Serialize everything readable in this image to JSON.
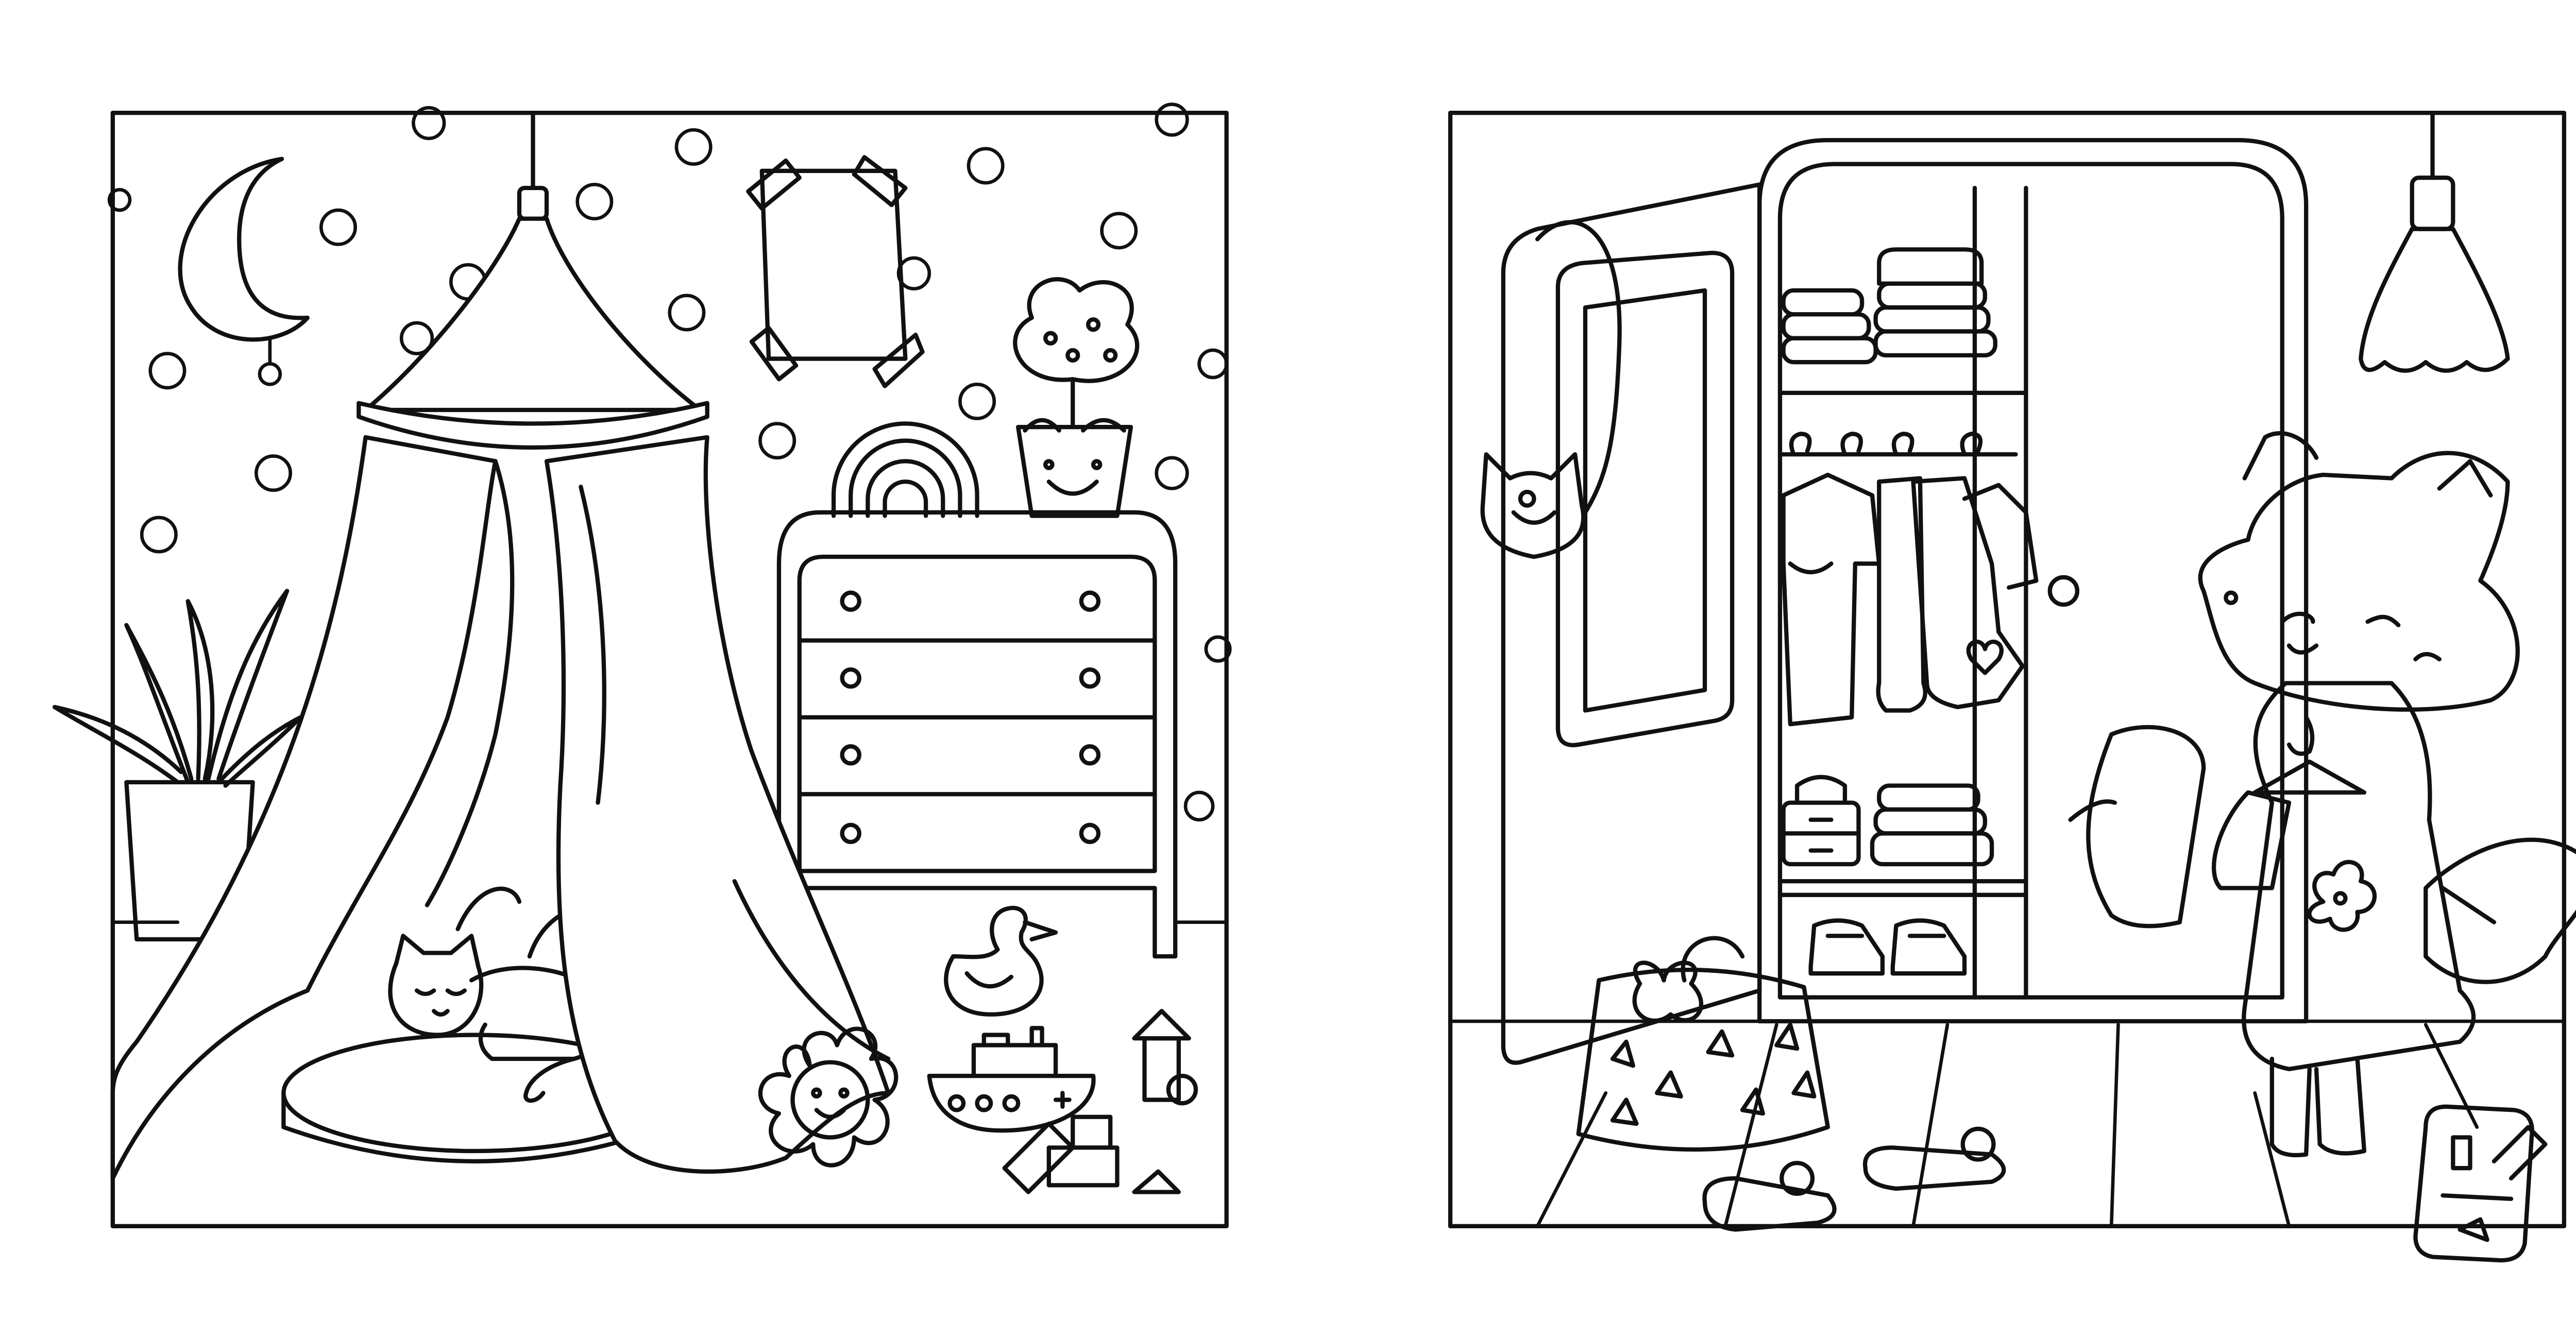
{
  "pages": [
    {
      "scene": "bedroom-with-canopy",
      "objects": [
        "moon-nightlight",
        "polka-dot-wallpaper",
        "taped-picture-frame",
        "potted-plant",
        "canopy-tent",
        "sleeping-cat",
        "pet-bed",
        "chest-of-drawers",
        "rainbow-toy",
        "smiling-flower-pot",
        "rubber-duck",
        "toy-boat",
        "flower-toy",
        "toy-blocks"
      ]
    },
    {
      "scene": "wardrobe-with-fox",
      "objects": [
        "open-wardrobe",
        "folded-clothes",
        "hanging-clothes",
        "shoes",
        "pendant-lamp",
        "fox-character",
        "laundry-basket",
        "slippers",
        "backpack"
      ]
    }
  ]
}
